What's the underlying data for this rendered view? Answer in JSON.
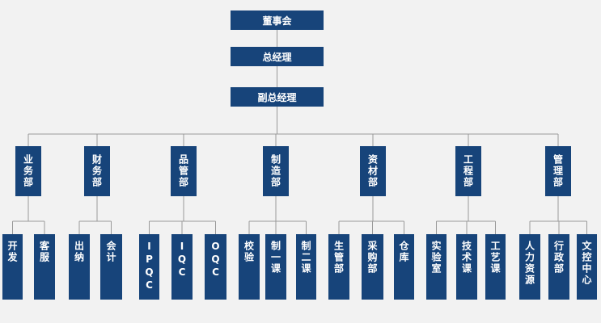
{
  "top": [
    "董事会",
    "总经理",
    "副总经理"
  ],
  "departments": [
    {
      "name": "业务部",
      "subs": [
        "开发",
        "客服"
      ]
    },
    {
      "name": "财务部",
      "subs": [
        "出纳",
        "会计"
      ]
    },
    {
      "name": "品管部",
      "subs": [
        "IPQC",
        "IQC",
        "OQC"
      ]
    },
    {
      "name": "制造部",
      "subs": [
        "校验",
        "制一课",
        "制二课"
      ]
    },
    {
      "name": "资材部",
      "subs": [
        "生管部",
        "采购部",
        "仓库"
      ]
    },
    {
      "name": "工程部",
      "subs": [
        "实验室",
        "技术课",
        "工艺课"
      ]
    },
    {
      "name": "管理部",
      "subs": [
        "人力资源",
        "行政部",
        "文控中心"
      ]
    }
  ],
  "colors": {
    "box": "#17447a",
    "line": "#999999",
    "background": "#f2f2f2"
  }
}
